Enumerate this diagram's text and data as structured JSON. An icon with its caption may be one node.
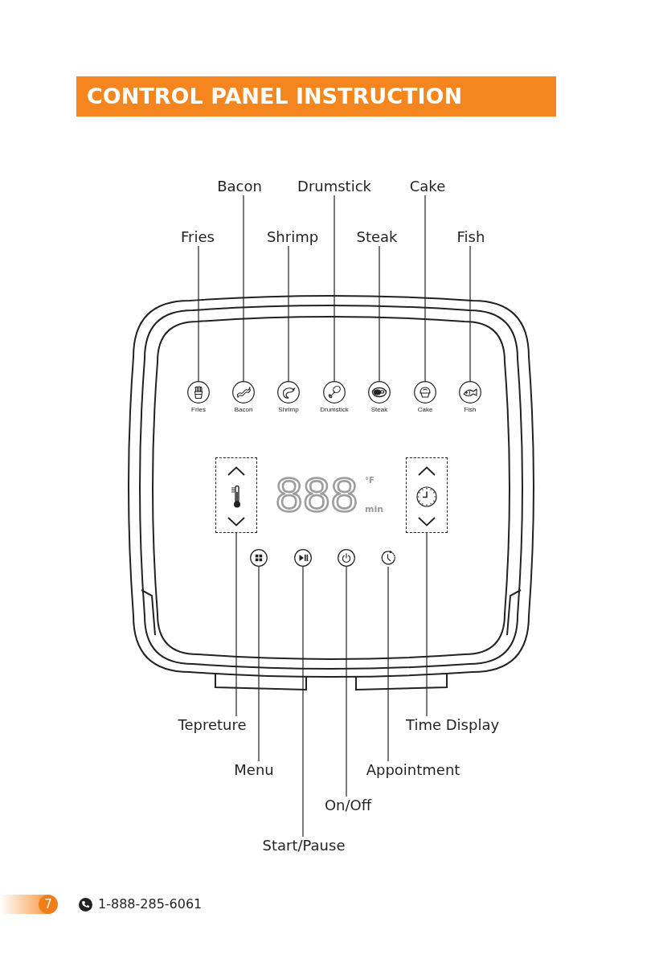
{
  "diagram": {
    "title": "CONTROL PANEL INSTRUCTION",
    "nodes": [
      {
        "text": [
          "Bacon"
        ]
      },
      {
        "text": [
          "Drumstick"
        ]
      },
      {
        "text": [
          "Cake"
        ]
      },
      {
        "text": [
          "Fries"
        ]
      },
      {
        "text": [
          "Shrimp"
        ]
      },
      {
        "text": [
          "Steak"
        ]
      },
      {
        "text": [
          "Fish"
        ]
      },
      {
        "text": [],
        "shape": "circle",
        "beside": [
          "Fries"
        ]
      },
      {
        "text": [],
        "shape": "circle",
        "beside": [
          "Bacon"
        ]
      },
      {
        "text": [],
        "shape": "circle",
        "beside": [
          "Shrimp"
        ]
      },
      {
        "text": [],
        "shape": "circle",
        "beside": [
          "Drumstick"
        ]
      },
      {
        "text": [],
        "shape": "circle",
        "beside": [
          "Steak"
        ]
      },
      {
        "text": [],
        "shape": "circle",
        "beside": [
          "Cake"
        ]
      },
      {
        "text": [],
        "shape": "circle",
        "beside": [
          "Fish"
        ]
      },
      {
        "text": [],
        "shape": "box"
      },
      {
        "text": [],
        "shape": "box"
      },
      {
        "text": [],
        "shape": "circle"
      },
      {
        "text": [],
        "shape": "circle"
      },
      {
        "text": [],
        "shape": "circle"
      },
      {
        "text": [],
        "shape": "picture"
      },
      {
        "text": [
          "Tepreture"
        ]
      },
      {
        "text": [
          "Time Display"
        ]
      },
      {
        "text": [
          "Menu"
        ]
      },
      {
        "text": [
          "Appointment"
        ]
      },
      {
        "text": [
          "On/Off"
        ]
      },
      {
        "text": [
          "Start/Pause"
        ]
      }
    ],
    "edges": [
      {
        "from": 3,
        "to": 7,
        "arrow": "none"
      },
      {
        "from": 0,
        "to": 8,
        "arrow": "none"
      },
      {
        "from": 4,
        "to": 9,
        "arrow": "none"
      },
      {
        "from": 1,
        "to": 10,
        "arrow": "none"
      },
      {
        "from": 5,
        "to": 11,
        "arrow": "none"
      },
      {
        "from": 2,
        "to": 12,
        "arrow": "none"
      },
      {
        "from": 6,
        "to": 13,
        "arrow": "none"
      },
      {
        "from": 20,
        "to": 14,
        "arrow": "none"
      },
      {
        "from": 22,
        "to": 16,
        "arrow": "none"
      },
      {
        "from": 25,
        "to": 17,
        "arrow": "none"
      },
      {
        "from": 24,
        "to": 18,
        "arrow": "none"
      },
      {
        "from": 23,
        "to": 19,
        "arrow": "none"
      },
      {
        "from": 21,
        "to": 15,
        "arrow": "none"
      }
    ],
    "labels": [
      "888",
      "°F",
      "min",
      "7",
      "1-888-285-6061"
    ]
  }
}
